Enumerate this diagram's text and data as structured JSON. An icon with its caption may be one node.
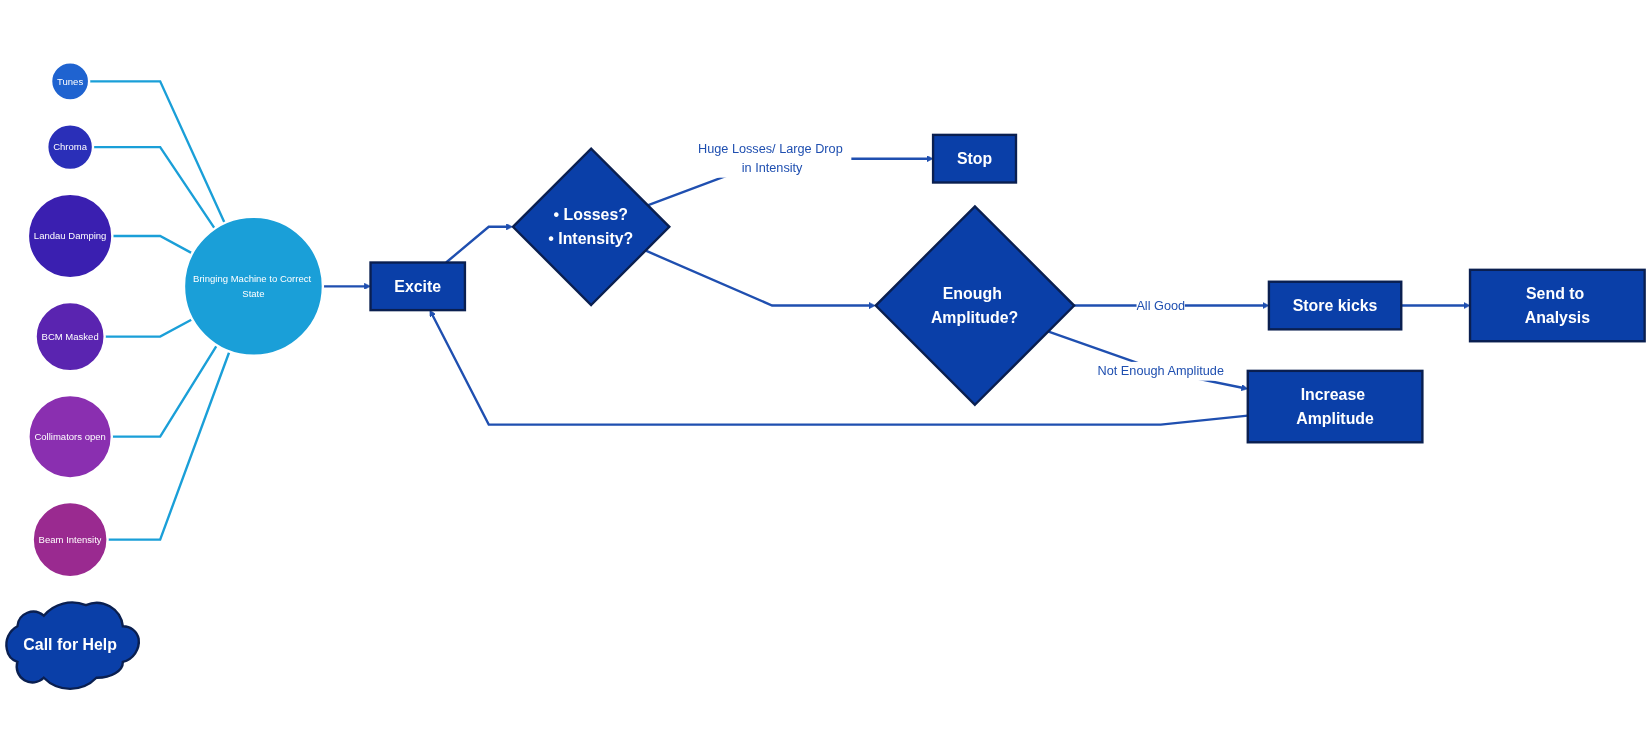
{
  "diagram": {
    "nodes": [
      {
        "text": [
          "Tunes"
        ]
      },
      {
        "text": [
          "Chroma"
        ]
      },
      {
        "text": [
          "Landau Damping"
        ]
      },
      {
        "text": [
          "BCM Masked"
        ]
      },
      {
        "text": [
          "Collimators open"
        ]
      },
      {
        "text": [
          "Beam Intensity"
        ]
      },
      {
        "text": [
          "Bringing Machine to Correct State"
        ]
      },
      {
        "text": [
          "Excite"
        ]
      },
      {
        "text": [
          "• Losses?",
          "• Intensity?"
        ]
      },
      {
        "text": [
          "Stop"
        ]
      },
      {
        "text": [
          "Call for Help"
        ]
      },
      {
        "text": [
          "Enough Amplitude?"
        ]
      },
      {
        "text": [
          "Store kicks"
        ]
      },
      {
        "text": [
          "Increase Amplitude"
        ]
      },
      {
        "text": [
          "Send to Analysis"
        ]
      }
    ],
    "edges": [
      {
        "from": 0,
        "to": 6,
        "arrow": "none"
      },
      {
        "from": 1,
        "to": 6,
        "arrow": "none"
      },
      {
        "from": 2,
        "to": 6,
        "arrow": "none"
      },
      {
        "from": 3,
        "to": 6,
        "arrow": "none"
      },
      {
        "from": 4,
        "to": 6,
        "arrow": "none"
      },
      {
        "from": 5,
        "to": 6,
        "arrow": "none"
      },
      {
        "from": 6,
        "to": 7,
        "arrow": "to",
        "color": "#1f4fb0"
      },
      {
        "from": 7,
        "to": 8,
        "arrow": "to",
        "color": "#1f4fb0"
      },
      {
        "from": 8,
        "to": 9,
        "arrow": "to",
        "label": "Huge Losses/ Large Drop in Intensity",
        "color": "#1f4fb0"
      },
      {
        "from": 8,
        "to": 11,
        "arrow": "to",
        "color": "#1f4fb0"
      },
      {
        "from": 11,
        "to": 12,
        "arrow": "to",
        "label": "All Good",
        "color": "#1f4fb0"
      },
      {
        "from": 11,
        "to": 13,
        "arrow": "to",
        "label": "Not Enough Amplitude",
        "color": "#1f4fb0"
      },
      {
        "from": 13,
        "to": 7,
        "arrow": "to",
        "color": "#1f4fb0"
      },
      {
        "from": 12,
        "to": 14,
        "arrow": "to",
        "color": "#1f4fb0"
      }
    ]
  }
}
